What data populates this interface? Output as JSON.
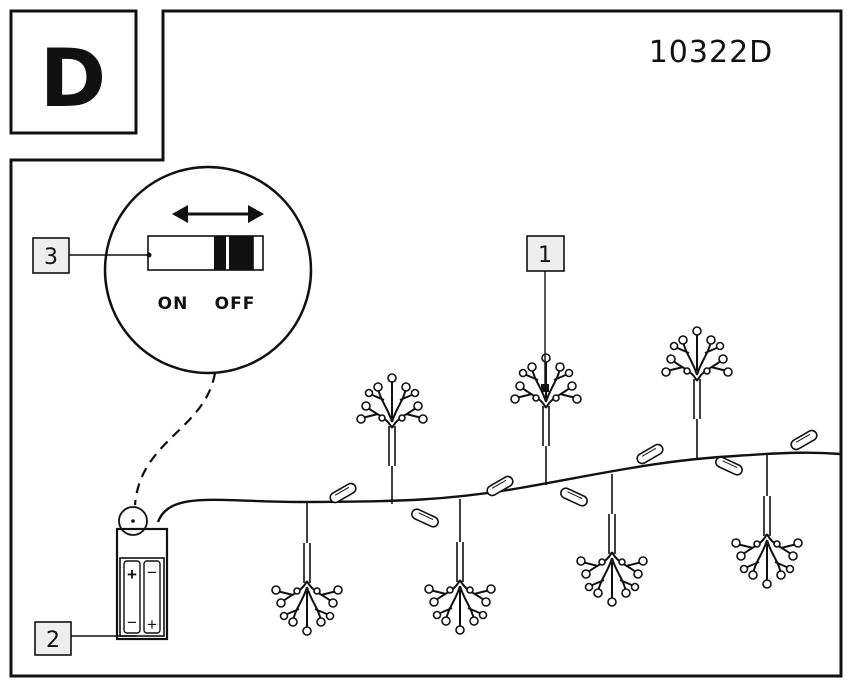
{
  "header": {
    "section_letter": "D",
    "model_number": "10322D"
  },
  "callouts": [
    {
      "number": "1",
      "part": "led-tree-bulb"
    },
    {
      "number": "2",
      "part": "battery-box"
    },
    {
      "number": "3",
      "part": "on-off-switch"
    }
  ],
  "switch": {
    "on_label": "ON",
    "off_label": "OFF"
  },
  "battery": {
    "plus": "+",
    "minus": "−"
  },
  "icons": [
    "double-arrow-icon",
    "tree-bulb-icon",
    "battery-icon",
    "switch-icon"
  ]
}
